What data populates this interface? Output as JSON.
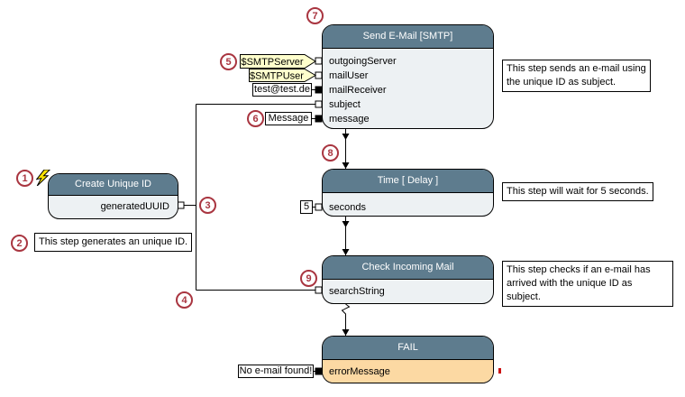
{
  "nodes": {
    "create": {
      "title": "Create Unique ID",
      "fields": [
        "generatedUUID"
      ]
    },
    "send": {
      "title": "Send E-Mail [SMTP]",
      "fields": [
        "outgoingServer",
        "mailUser",
        "mailReceiver",
        "subject",
        "message"
      ]
    },
    "delay": {
      "title": "Time [ Delay ]",
      "fields": [
        "seconds"
      ]
    },
    "check": {
      "title": "Check Incoming Mail",
      "fields": [
        "searchString"
      ]
    },
    "fail": {
      "title": "FAIL",
      "fields": [
        "errorMessage"
      ]
    }
  },
  "values": {
    "smtp_server": "$SMTPServer",
    "smtp_user": "$SMTPUser",
    "mail_receiver": "test@test.de",
    "message": "Message",
    "seconds": "5",
    "error_message": "No e-mail found!"
  },
  "annotations": {
    "send_note": "This step sends an e-mail using the unique ID as subject.",
    "delay_note": "This step will wait for 5 seconds.",
    "check_note": "This step checks if an e-mail has arrived with the unique ID as subject.",
    "create_note": "This step generates an unique ID."
  },
  "step_badges": [
    "1",
    "2",
    "3",
    "4",
    "5",
    "6",
    "7",
    "8",
    "9"
  ],
  "colors": {
    "node_header": "#5E7C8E",
    "node_body": "#EDF1F3",
    "fail_body": "#FCD9A3",
    "badge_red": "#A93540",
    "tag_yellow": "#FFFFCC",
    "bolt_yellow": "#FFE500",
    "canvas_bg": "#FFFFFF"
  }
}
